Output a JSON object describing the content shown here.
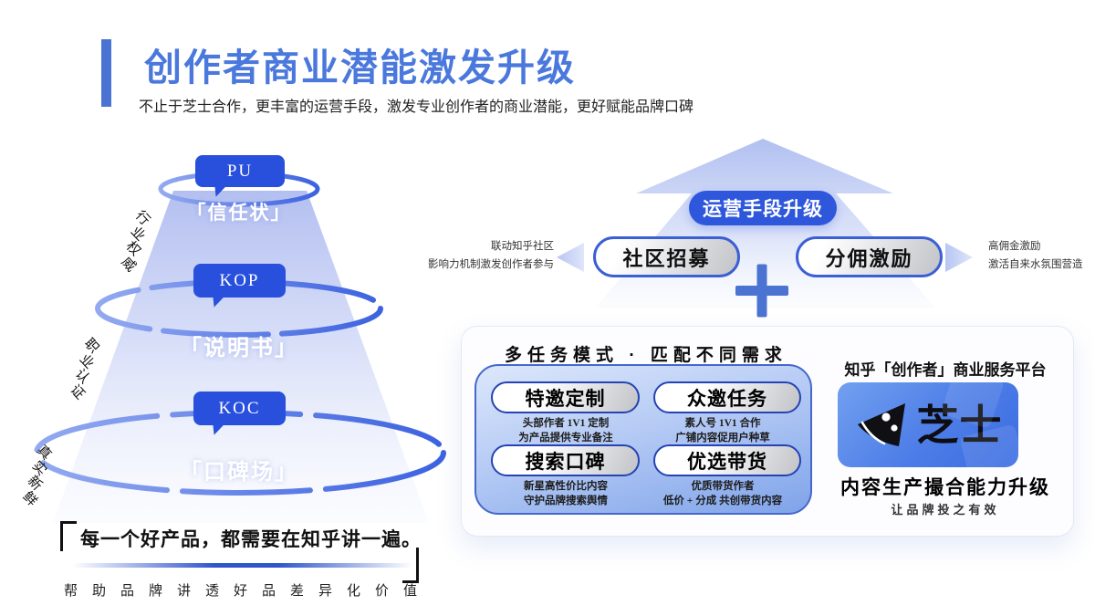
{
  "header": {
    "title": "创作者商业潜能激发升级",
    "subtitle": "不止于芝士合作，更丰富的运营手段，激发专业创作者的商业潜能，更好赋能品牌口碑"
  },
  "funnel": {
    "levels": [
      {
        "tag": "PU",
        "label": "「信任状」",
        "side": "行业权威"
      },
      {
        "tag": "KOP",
        "label": "「说明书」",
        "side": "职业认证"
      },
      {
        "tag": "KOC",
        "label": "「口碑场」",
        "side": "真实新鲜"
      }
    ],
    "quote": "每一个好产品，都需要在知乎讲一遍。",
    "slogan": "帮助品牌讲透好品差异化价值"
  },
  "upgrade": {
    "headline": "运营手段升级",
    "left_pill": "社区招募",
    "right_pill": "分佣激励",
    "plus": "+",
    "left_note_line1": "联动知乎社区",
    "left_note_line2": "影响力机制激发创作者参与",
    "right_note_line1": "高佣金激励",
    "right_note_line2": "激活自来水氛围营造"
  },
  "card": {
    "title": "多任务模式 · 匹配不同需求",
    "tasks": [
      {
        "name": "特邀定制",
        "line1": "头部作者 1V1 定制",
        "line2": "为产品提供专业备注"
      },
      {
        "name": "众邀任务",
        "line1": "素人号 1V1 合作",
        "line2": "广铺内容促用户种草"
      },
      {
        "name": "搜索口碑",
        "line1": "新星高性价比内容",
        "line2": "守护品牌搜索舆情"
      },
      {
        "name": "优选带货",
        "line1": "优质带货作者",
        "line2": "低价 + 分成 共创带货内容"
      }
    ],
    "platform": {
      "title": "知乎「创作者」商业服务平台",
      "logo_text": "芝士",
      "caption": "内容生产撮合能力升级",
      "subcaption": "让品牌投之有效"
    }
  },
  "colors": {
    "accent_blue": "#4a78dd",
    "bubble_blue": "#2850dc",
    "headline_blue": "#2e57dc",
    "ring_blue": "#3c62e0"
  }
}
